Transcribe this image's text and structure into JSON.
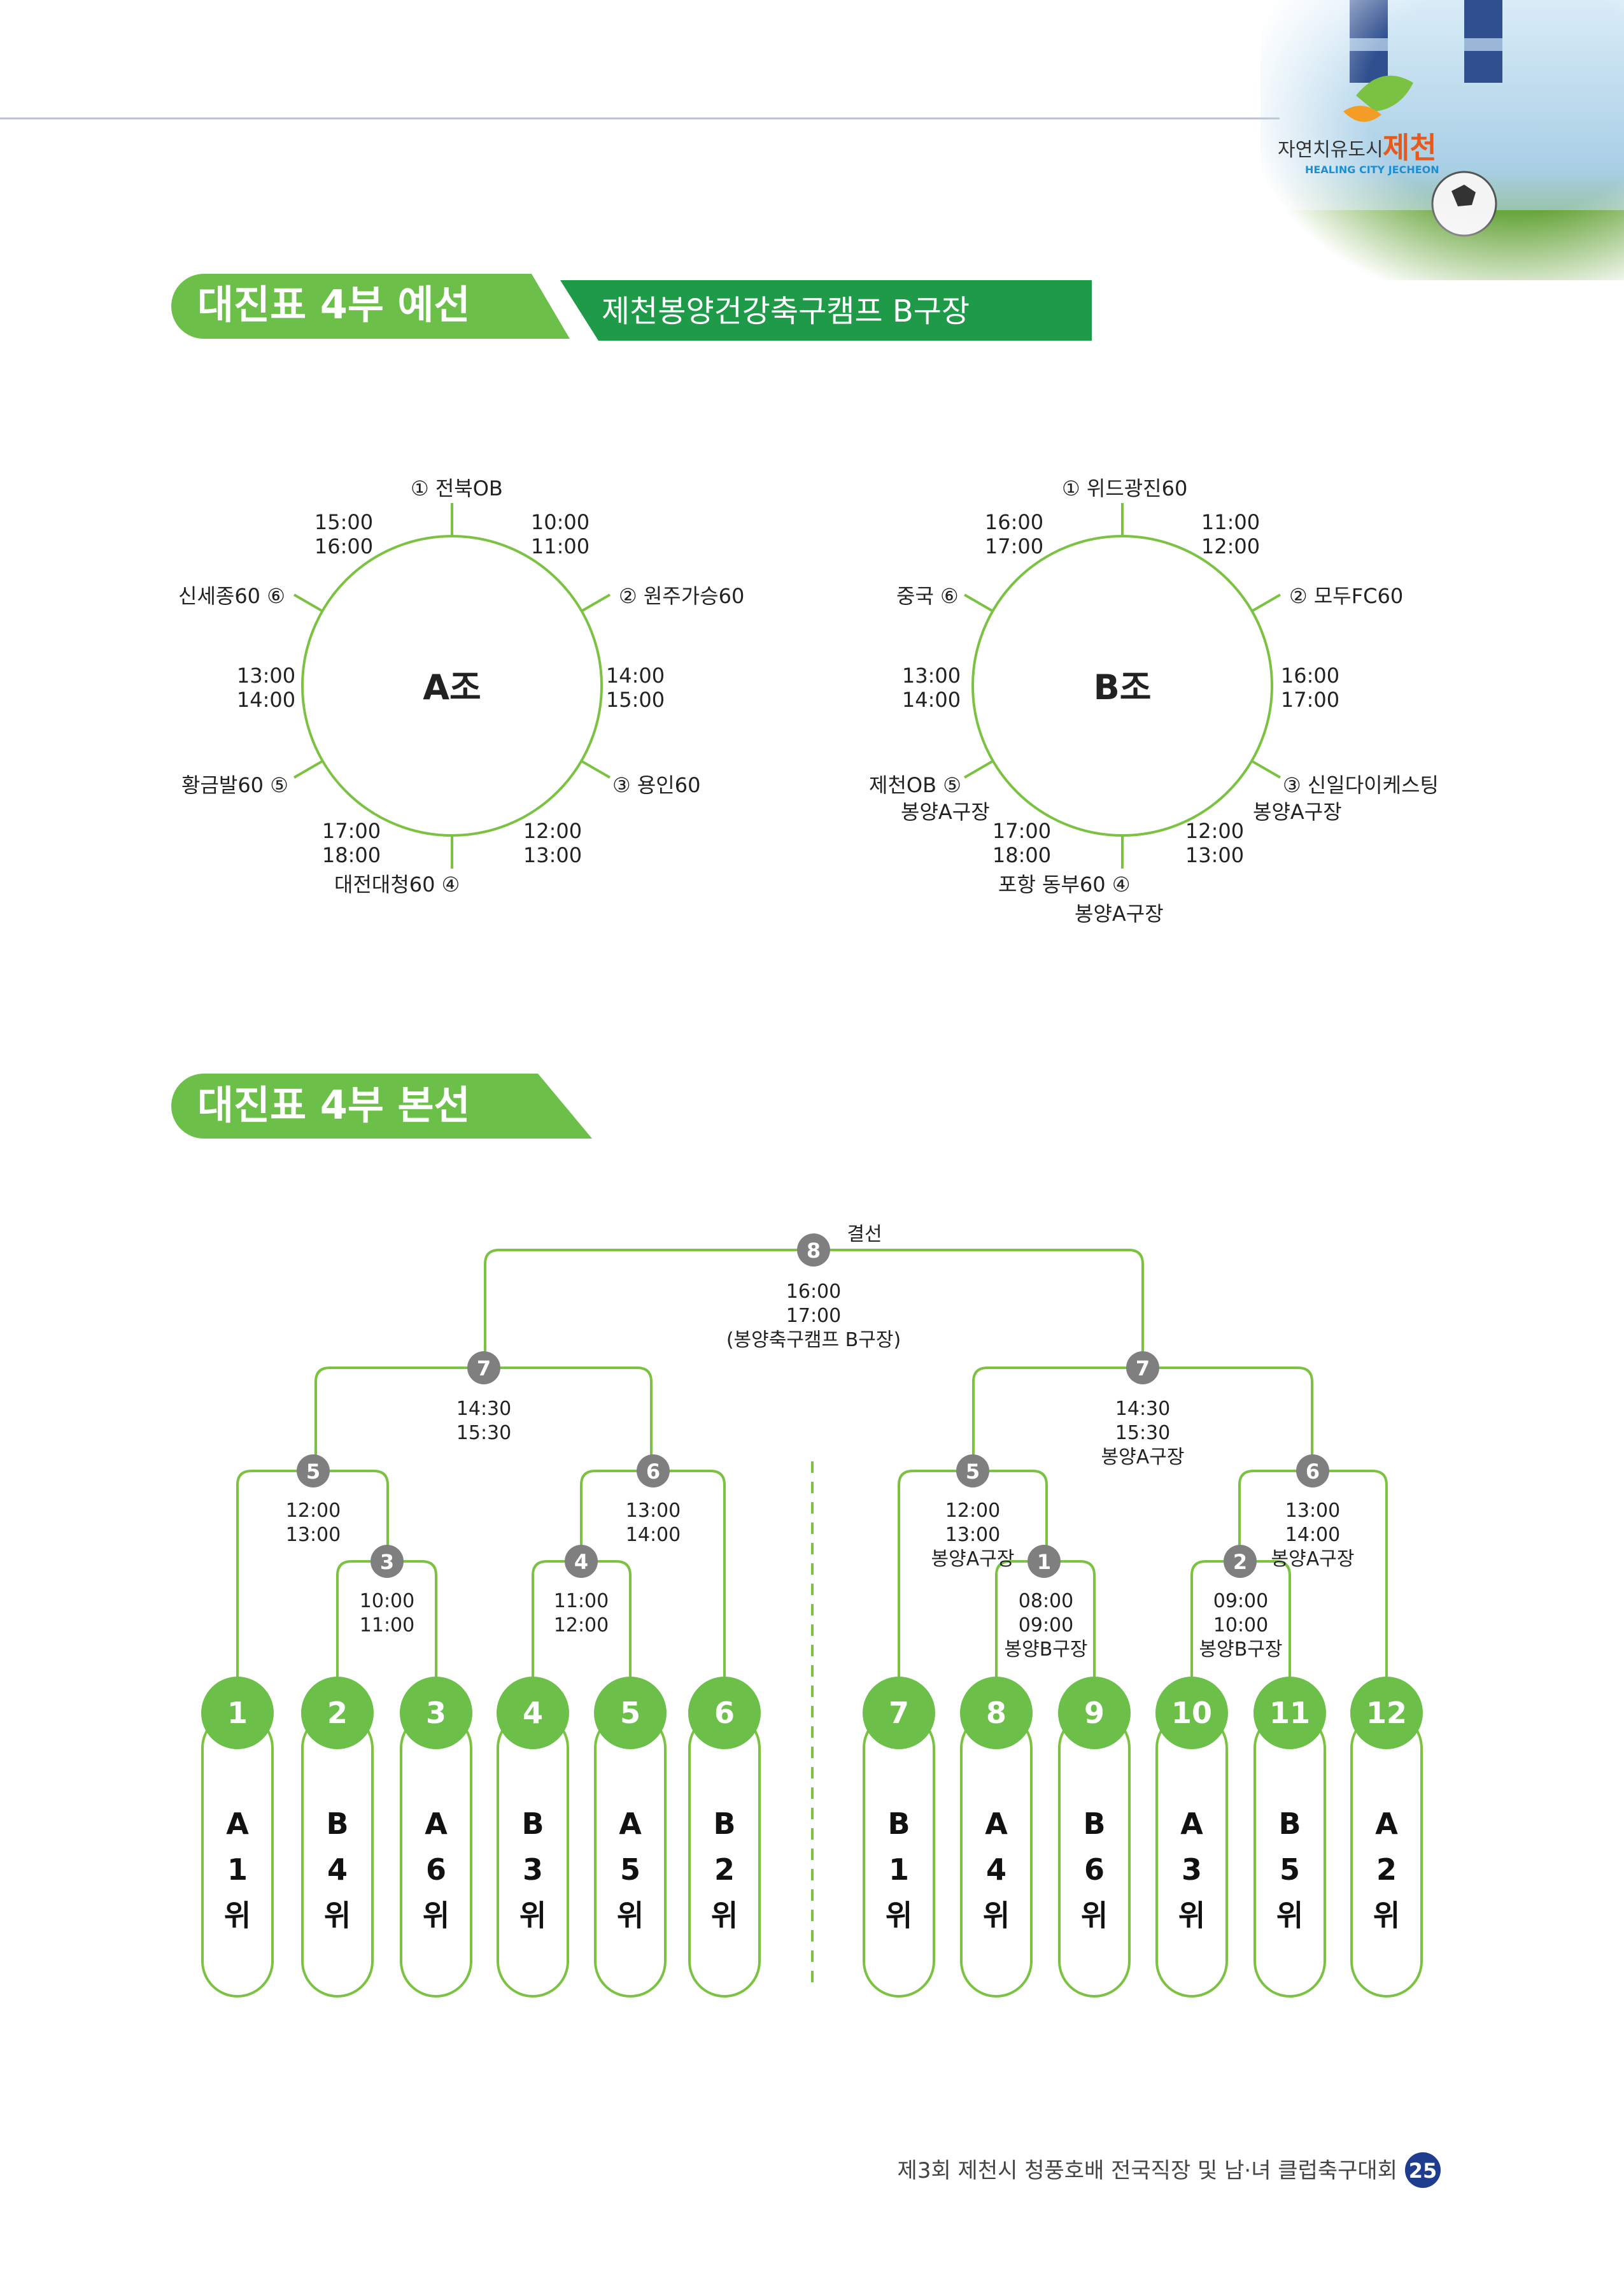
{
  "header": {
    "logo_ko": "자연치유도시",
    "logo_city": "제천",
    "logo_en": "HEALING CITY JECHEON"
  },
  "section1": {
    "title": "대진표 4부 예선",
    "subtitle": "제천봉양건강축구캠프 B구장"
  },
  "section2": {
    "title": "대진표 4부 본선"
  },
  "group_a": {
    "name": "A조",
    "teams": [
      "① 전북OB",
      "② 원주가승60",
      "③ 용인60",
      "대전대청60 ④",
      "황금발60 ⑤",
      "신세종60 ⑥"
    ],
    "times": [
      [
        "10:00",
        "11:00"
      ],
      [
        "14:00",
        "15:00"
      ],
      [
        "12:00",
        "13:00"
      ],
      [
        "17:00",
        "18:00"
      ],
      [
        "13:00",
        "14:00"
      ],
      [
        "15:00",
        "16:00"
      ]
    ]
  },
  "group_b": {
    "name": "B조",
    "teams": [
      "① 위드광진60",
      "② 모두FC60",
      "③ 신일다이케스팅",
      "포항 동부60 ④",
      "제천OB ⑤",
      "중국 ⑥"
    ],
    "venues": {
      "team3": "봉양A구장",
      "team4": "봉양A구장",
      "team5": "봉양A구장"
    },
    "times": [
      [
        "11:00",
        "12:00"
      ],
      [
        "16:00",
        "17:00"
      ],
      [
        "12:00",
        "13:00"
      ],
      [
        "17:00",
        "18:00"
      ],
      [
        "13:00",
        "14:00"
      ],
      [
        "16:00",
        "17:00"
      ]
    ]
  },
  "bracket": {
    "final": {
      "label": "결선",
      "num": "8",
      "time": [
        "16:00",
        "17:00"
      ],
      "venue": "(봉양축구캠프 B구장)"
    },
    "semis": {
      "num": "7",
      "left_time": [
        "14:30",
        "15:30"
      ],
      "right_time": [
        "14:30",
        "15:30"
      ],
      "right_venue": "봉양A구장"
    },
    "left": {
      "m5": {
        "num": "5",
        "time": [
          "12:00",
          "13:00"
        ]
      },
      "m6": {
        "num": "6",
        "time": [
          "13:00",
          "14:00"
        ]
      },
      "m3": {
        "num": "3",
        "time": [
          "10:00",
          "11:00"
        ]
      },
      "m4": {
        "num": "4",
        "time": [
          "11:00",
          "12:00"
        ]
      }
    },
    "right": {
      "m5": {
        "num": "5",
        "time": [
          "12:00",
          "13:00"
        ],
        "venue": "봉양A구장"
      },
      "m6": {
        "num": "6",
        "time": [
          "13:00",
          "14:00"
        ],
        "venue": "봉양A구장"
      },
      "m1": {
        "num": "1",
        "time": [
          "08:00",
          "09:00"
        ],
        "venue": "봉양B구장"
      },
      "m2": {
        "num": "2",
        "time": [
          "09:00",
          "10:00"
        ],
        "venue": "봉양B구장"
      }
    },
    "seeds": [
      {
        "num": "1",
        "label": [
          "A",
          "1",
          "위"
        ]
      },
      {
        "num": "2",
        "label": [
          "B",
          "4",
          "위"
        ]
      },
      {
        "num": "3",
        "label": [
          "A",
          "6",
          "위"
        ]
      },
      {
        "num": "4",
        "label": [
          "B",
          "3",
          "위"
        ]
      },
      {
        "num": "5",
        "label": [
          "A",
          "5",
          "위"
        ]
      },
      {
        "num": "6",
        "label": [
          "B",
          "2",
          "위"
        ]
      },
      {
        "num": "7",
        "label": [
          "B",
          "1",
          "위"
        ]
      },
      {
        "num": "8",
        "label": [
          "A",
          "4",
          "위"
        ]
      },
      {
        "num": "9",
        "label": [
          "B",
          "6",
          "위"
        ]
      },
      {
        "num": "10",
        "label": [
          "A",
          "3",
          "위"
        ]
      },
      {
        "num": "11",
        "label": [
          "B",
          "5",
          "위"
        ]
      },
      {
        "num": "12",
        "label": [
          "A",
          "2",
          "위"
        ]
      }
    ]
  },
  "footer": {
    "text": "제3회 제천시 청풍호배 전국직장 및 남·녀 클럽축구대회",
    "page": "25"
  },
  "colors": {
    "green": "#6cc04a",
    "dark_green": "#1f9a48",
    "line_green": "#7cc242",
    "gray_badge": "#7f7f7f",
    "navy": "#1e3d8f"
  }
}
